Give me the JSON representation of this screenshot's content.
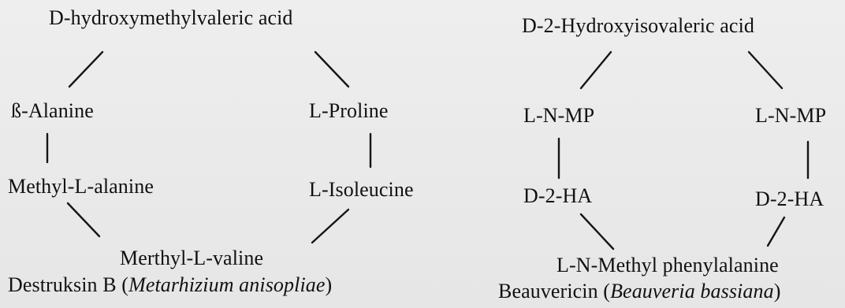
{
  "destruxin": {
    "top": "D-hydroxymethylvaleric acid",
    "left1": "ß-Alanine",
    "right1": "L-Proline",
    "left2": "Methyl-L-alanine",
    "right2": "L-Isoleucine",
    "bottom": "Merthyl-L-valine",
    "caption_prefix": "Destruksin B (",
    "caption_species": "Metarhizium anisopliae",
    "caption_suffix": ")"
  },
  "beauvericin": {
    "top": "D-2-Hydroxyisovaleric acid",
    "left1": "L-N-MP",
    "right1": "L-N-MP",
    "left2": "D-2-HA",
    "right2": "D-2-HA",
    "bottom": "L-N-Methyl phenylalanine",
    "caption_prefix": "Beauvericin (",
    "caption_species": "Beauveria bassiana",
    "caption_suffix": ")"
  }
}
